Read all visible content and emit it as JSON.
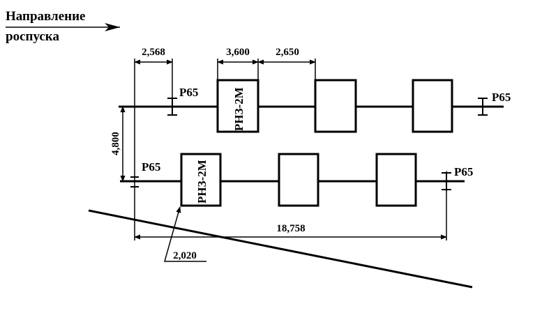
{
  "direction": {
    "line1": "Направление",
    "line2": "роспуска"
  },
  "rail_label": "Р65",
  "device_label": "РНЗ-2М",
  "dimensions": {
    "d_2568": "2,568",
    "d_3600": "3,600",
    "d_2650": "2,650",
    "d_4800": "4,800",
    "d_18758": "18,758",
    "d_2020": "2,020"
  }
}
